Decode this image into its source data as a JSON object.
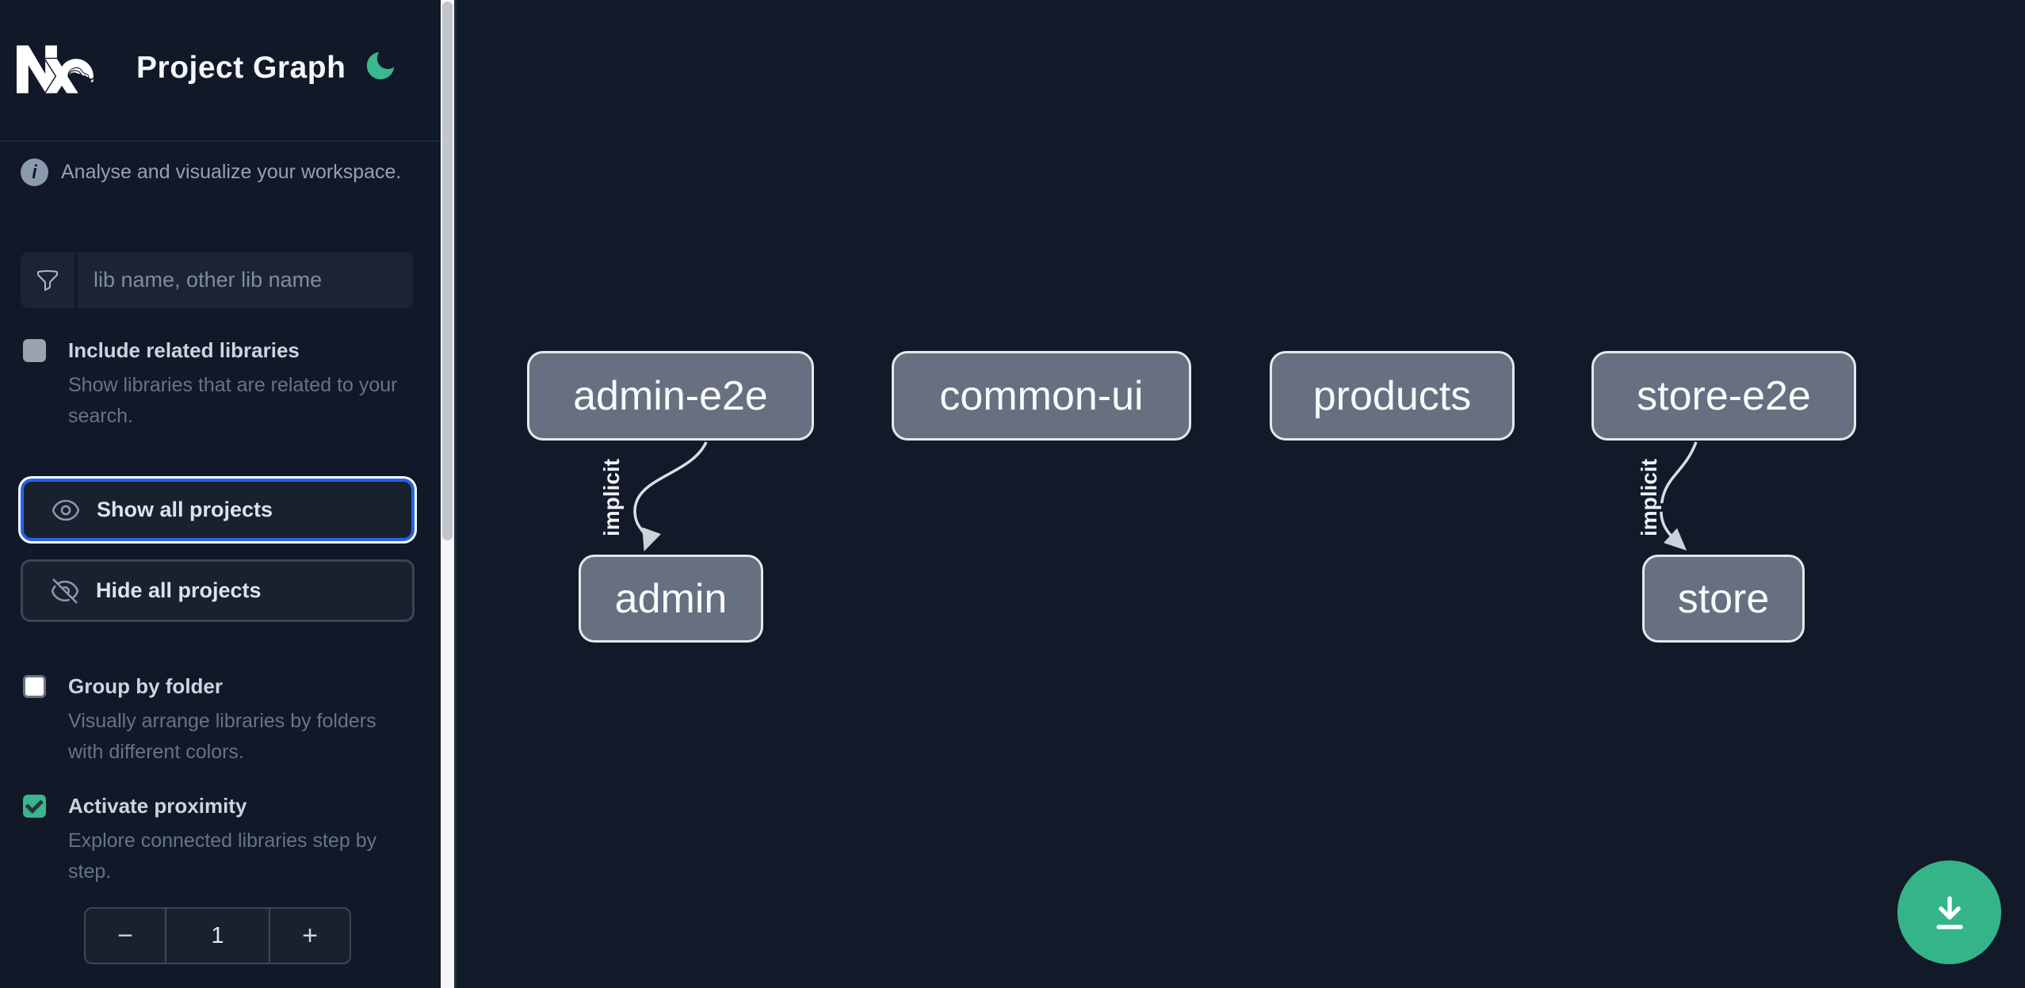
{
  "header": {
    "title": "Project Graph",
    "logo": "nx-logo",
    "theme_toggle": "moon-icon"
  },
  "sidebar": {
    "tagline": "Analyse and visualize your workspace.",
    "search": {
      "placeholder": "lib name, other lib name",
      "value": "",
      "icon": "funnel-icon"
    },
    "include_related": {
      "label": "Include related libraries",
      "description": "Show libraries that are related to your search.",
      "checked": false,
      "disabled": true
    },
    "show_all": {
      "label": "Show all projects",
      "icon": "eye-icon",
      "focused": true
    },
    "hide_all": {
      "label": "Hide all projects",
      "icon": "eye-slash-icon"
    },
    "group_by_folder": {
      "label": "Group by folder",
      "description": "Visually arrange libraries by folders with different colors.",
      "checked": false
    },
    "activate_proximity": {
      "label": "Activate proximity",
      "description": "Explore connected libraries step by step.",
      "checked": true
    },
    "proximity_stepper": {
      "decrement": "−",
      "value": "1",
      "increment": "+"
    }
  },
  "graph": {
    "nodes": [
      {
        "id": "admin-e2e",
        "label": "admin-e2e"
      },
      {
        "id": "common-ui",
        "label": "common-ui"
      },
      {
        "id": "products",
        "label": "products"
      },
      {
        "id": "store-e2e",
        "label": "store-e2e"
      },
      {
        "id": "admin",
        "label": "admin"
      },
      {
        "id": "store",
        "label": "store"
      }
    ],
    "edges": [
      {
        "from": "admin-e2e",
        "to": "admin",
        "type": "implicit",
        "label": "implicit"
      },
      {
        "from": "store-e2e",
        "to": "store",
        "type": "implicit",
        "label": "implicit"
      }
    ]
  },
  "fab": {
    "icon": "download-icon"
  },
  "colors": {
    "accent_green": "#38b78d",
    "focus_blue": "#2563eb",
    "node_fill": "#667080",
    "node_border": "#e5e8ec",
    "edge": "#d9dee5",
    "background": "#121a29"
  }
}
